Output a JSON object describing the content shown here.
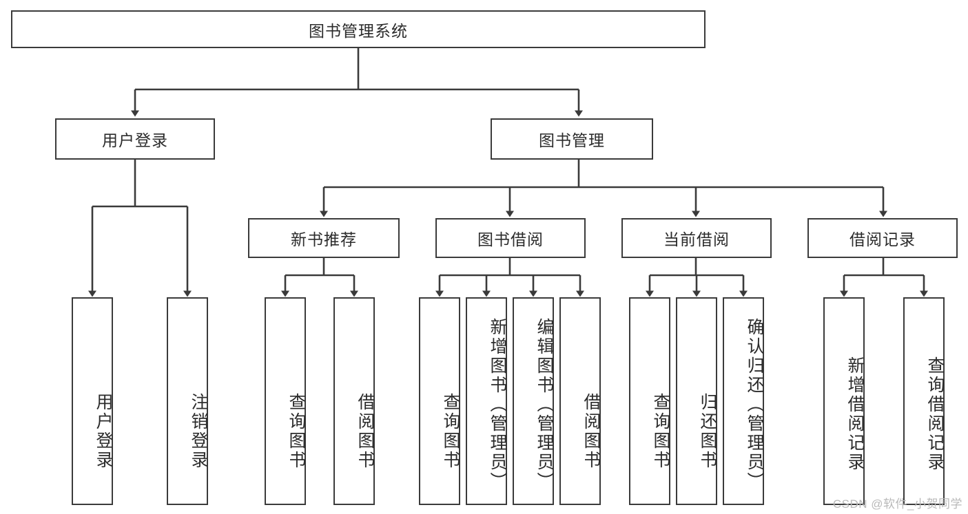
{
  "diagram": {
    "title": "图书管理系统",
    "type": "tree-hierarchy-diagram",
    "colors": {
      "box_border": "#3a3a3a",
      "box_fill": "#ffffff",
      "connector": "#3a3a3a",
      "text": "#2b2b2b",
      "watermark": "#b9b9b9",
      "background": "#ffffff"
    },
    "root": {
      "label": "图书管理系统"
    },
    "level2": [
      {
        "label": "用户登录"
      },
      {
        "label": "图书管理"
      }
    ],
    "level3": [
      {
        "label": "新书推荐"
      },
      {
        "label": "图书借阅"
      },
      {
        "label": "当前借阅"
      },
      {
        "label": "借阅记录"
      }
    ],
    "leaves": {
      "user_login": [
        {
          "label": "用户登录"
        },
        {
          "label": "注销登录"
        }
      ],
      "new_book_recommend": [
        {
          "label": "查询图书"
        },
        {
          "label": "借阅图书"
        }
      ],
      "book_borrow": [
        {
          "label": "查询图书"
        },
        {
          "label": "新增图书（管理员）"
        },
        {
          "label": "编辑图书（管理员）"
        },
        {
          "label": "借阅图书"
        }
      ],
      "current_borrow": [
        {
          "label": "查询图书"
        },
        {
          "label": "归还图书"
        },
        {
          "label": "确认归还（管理员）"
        }
      ],
      "borrow_record": [
        {
          "label": "新增借阅记录"
        },
        {
          "label": "查询借阅记录"
        }
      ]
    }
  },
  "watermark": {
    "text": "CSDN @软件_小贺同学"
  }
}
